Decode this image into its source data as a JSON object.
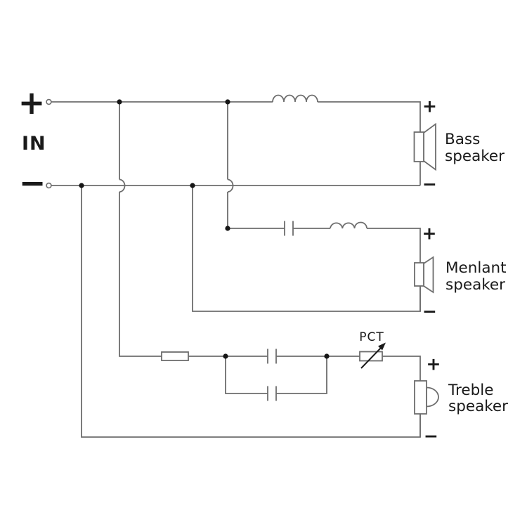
{
  "diagram_type": "three-way speaker crossover circuit",
  "input": {
    "plus": "+",
    "label": "IN",
    "minus": "−"
  },
  "components": {
    "pct_label": "PCT"
  },
  "speakers": {
    "bass": {
      "name_line1": "Bass",
      "name_line2": "speaker",
      "plus": "+",
      "minus": "−"
    },
    "mid": {
      "name_line1": "Menlant",
      "name_line2": "speaker",
      "plus": "+",
      "minus": "−"
    },
    "treble": {
      "name_line1": "Treble",
      "name_line2": "speaker",
      "plus": "+",
      "minus": "−"
    }
  },
  "colors": {
    "background": "#ffffff",
    "wire": "#6d6d6d",
    "ink": "#1a1a1a"
  }
}
